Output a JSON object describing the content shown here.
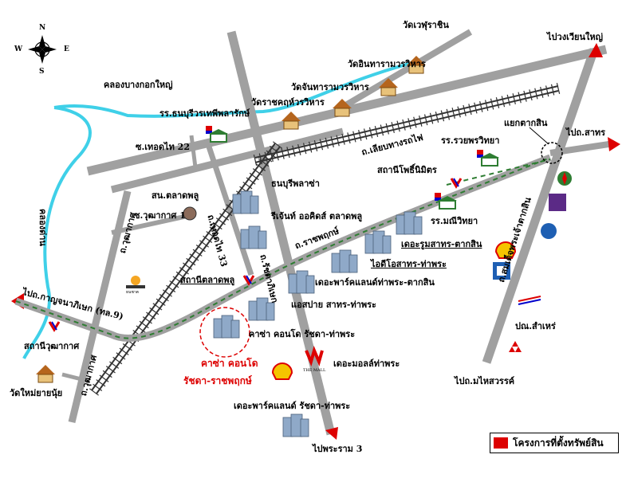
{
  "compass": {
    "n": "N",
    "s": "S",
    "e": "E",
    "w": "W"
  },
  "labels": {
    "wat_waeng": "วัดเวฬุราชิน",
    "wat_inthararam": "วัดอินทารามวรวิหาร",
    "wat_chantharam": "วัดจันทารามวรวิหาร",
    "wat_ratchakrue": "วัดราชคฤห์วรวิหาร",
    "khlong": "คลองบางกอกใหญ่",
    "school_thonburi": "รร.ธนบุรีวรเทพีพลารักษ์",
    "soi_thoet_thai": "ซ.เทอดไท 22",
    "rail_road": "ถ.เลียบทางรถไฟ",
    "to_wongwian": "ไปวงเวียนใหญ่",
    "yaek_taksin": "แยกตากสิน",
    "to_sathorn": "ไปถ.สาทร",
    "school_ruampon": "รร.รวยพรวิทยา",
    "station_pho": "สถานีโพธิ์นิมิตร",
    "thonburi_plaza": "ธนบุรีพลาซ่า",
    "talat_phlu_station_rail": "สน.ตลาดพลู",
    "regent": "รีเจ้นท์ ออคิดส์ ตลาดพลู",
    "school_manee": "รร.มณีวิทยา",
    "soi_wutthakat1": "ซ.วุฒากาศ 1",
    "thoet_thai_33": "ถ.เทอดไท 33",
    "ratchaphruek": "ถ.ราชพฤกษ์",
    "the_room": "เดอะรูมสาทร-ตากสิน",
    "idio": "ไอดีโอสาทร-ท่าพระ",
    "road_wutthakat": "ถ.วุฒากาศ",
    "ratchada": "ถ.รัชดาภิเษก",
    "khlong_dan": "คลองด่าน",
    "talat_phlu_station": "สถานีตลาดพลู",
    "parkland_taksin": "เดอะพาร์คแลนด์ท่าพระ-ตากสิน",
    "to_kanchana": "ไปถ.กาญจนาภิเษก (ทล.9)",
    "aspire": "แอสปาย สาทร-ท่าพระ",
    "casa": "คาซ่า คอนโด รัชดา-ท่าพระ",
    "wutthakat_station": "สถานีวุฒากาศ",
    "project_line1": "คาซ่า คอนโด",
    "project_line2": "รัชดา-ราชพฤกษ์",
    "the_mall": "เดอะมอลล์ท่าพระ",
    "wat_yai": "วัดใหม่ยายนุ้ย",
    "parkland_ratchada": "เดอะพาร์คแลนด์ รัชดา-ท่าพระ",
    "to_rama3": "ไปพระราม 3",
    "road_wutthakat2": "ถ.วุฒากาศ",
    "taksin_road": "ถ.สมเด็จพระเจ้าตากสิน",
    "post_office": "ปณ.สำเหร่",
    "to_mahaisawan": "ไปถ.มไหสวรรค์",
    "mall_logo": "THE MALL",
    "bank_logo": "ธนชาต"
  },
  "legend": {
    "text": "โครงการที่ตั้งทรัพย์สิน",
    "color": "#dd0000"
  },
  "colors": {
    "road": "#a0a0a0",
    "canal": "#3fd0e8",
    "rail_green": "#2e7d32",
    "project": "#dd0000"
  }
}
